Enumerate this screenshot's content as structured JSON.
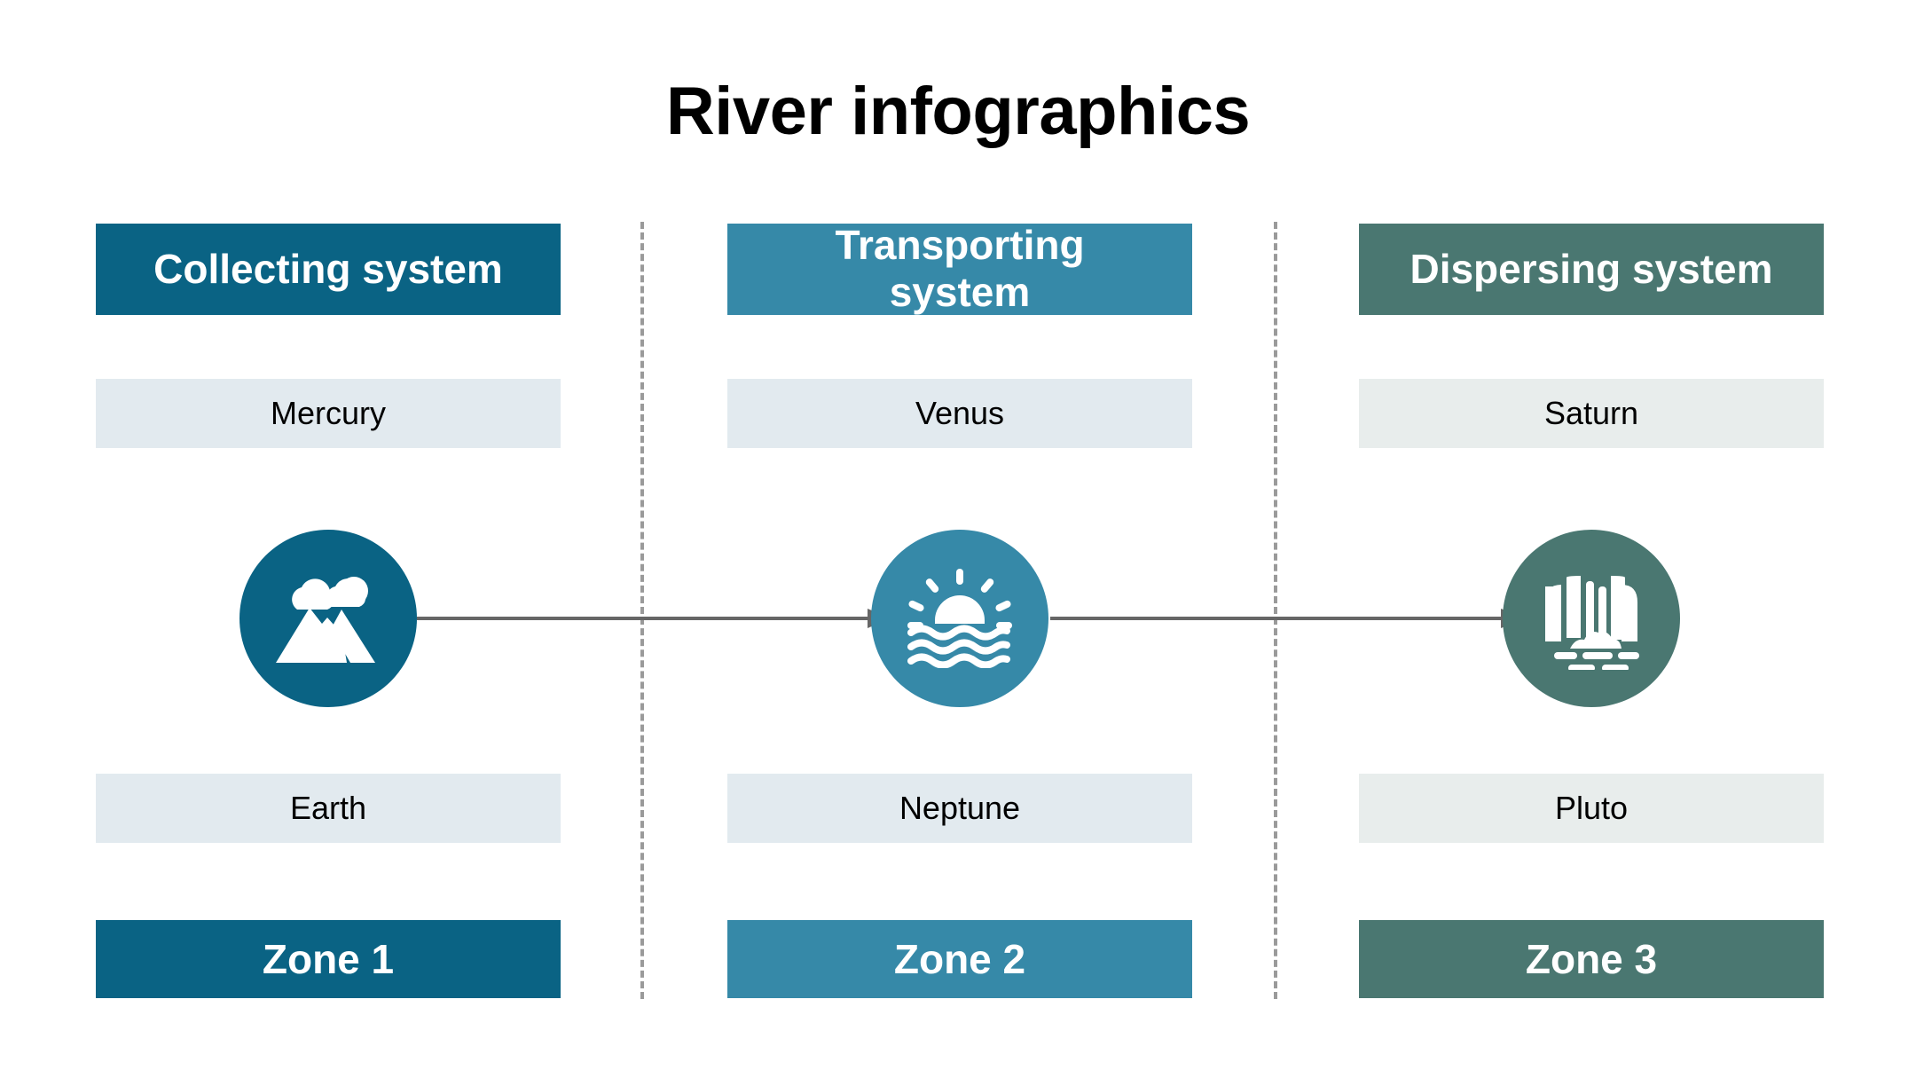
{
  "title": "River infographics",
  "colors": {
    "zone1": "#0a6384",
    "zone2": "#3689a8",
    "zone3": "#4a7771",
    "value_box_blue": "#e2eaef",
    "value_box_green": "#e8edec",
    "arrow": "#666666",
    "divider": "#9a9a9a",
    "title_text": "#000000",
    "bar_text": "#ffffff"
  },
  "columns": [
    {
      "system_label": "Collecting system",
      "system_wraps": false,
      "top_value": "Mercury",
      "bottom_value": "Earth",
      "zone_label": "Zone 1",
      "icon": "mountain-icon",
      "accent": "#0a6384",
      "value_box_color": "#e2eaef"
    },
    {
      "system_label": "Transporting system",
      "system_wraps": true,
      "top_value": "Venus",
      "bottom_value": "Neptune",
      "zone_label": "Zone 2",
      "icon": "sunrise-over-water-icon",
      "accent": "#3689a8",
      "value_box_color": "#e2eaef"
    },
    {
      "system_label": "Dispersing system",
      "system_wraps": true,
      "top_value": "Saturn",
      "bottom_value": "Pluto",
      "zone_label": "Zone 3",
      "icon": "waterfall-icon",
      "accent": "#4a7771",
      "value_box_color": "#e8edec"
    }
  ],
  "connectors": [
    {
      "name": "arrow-col1-to-col2",
      "direction": "right"
    },
    {
      "name": "arrow-col2-to-col3",
      "direction": "right"
    }
  ],
  "dividers": [
    {
      "name": "divider-between-col1-col2",
      "style": "dashed"
    },
    {
      "name": "divider-between-col2-col3",
      "style": "dashed"
    }
  ]
}
